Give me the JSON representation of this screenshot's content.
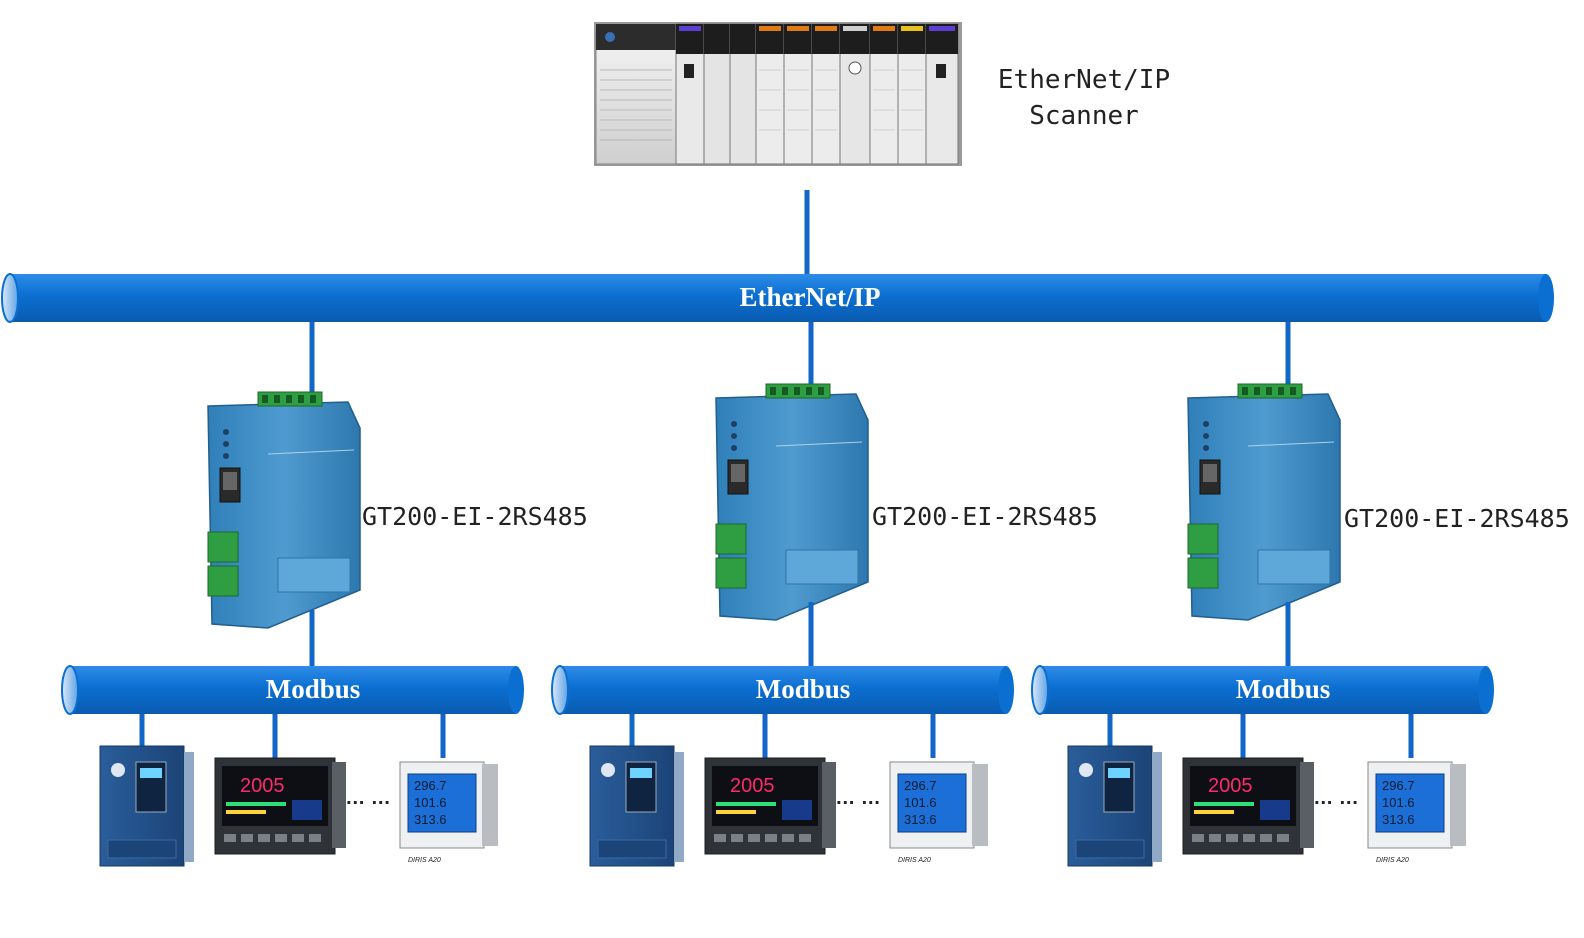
{
  "scanner": {
    "label_line1": "EtherNet/IP",
    "label_line2": "Scanner"
  },
  "ethernet_bus": {
    "label": "EtherNet/IP"
  },
  "gateways": [
    {
      "label": "GT200-EI-2RS485",
      "bus_label": "Modbus"
    },
    {
      "label": "GT200-EI-2RS485",
      "bus_label": "Modbus"
    },
    {
      "label": "GT200-EI-2RS485",
      "bus_label": "Modbus"
    }
  ],
  "devices": {
    "ellipsis": "… …",
    "meter_readings": [
      "296.7",
      "101.6",
      "313.6"
    ],
    "controller_reading": "2005",
    "meter_model": "DIRIS A20"
  },
  "colors": {
    "bus_blue": "#0b6fd1",
    "line_blue": "#1266c8",
    "gateway_blue": "#3a8cc6",
    "terminal_green": "#2f9e43"
  }
}
